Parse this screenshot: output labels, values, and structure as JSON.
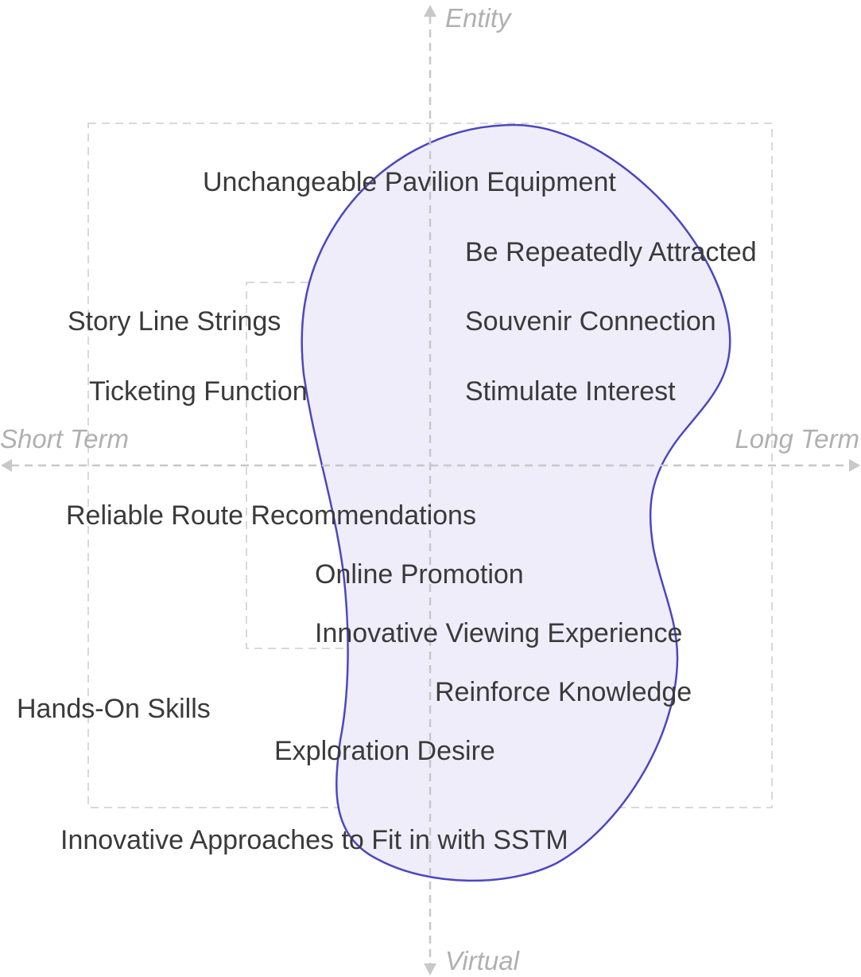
{
  "axes": {
    "top": "Entity",
    "bottom": "Virtual",
    "left": "Short Term",
    "right": "Long Term"
  },
  "colors": {
    "blob_fill": "#efedfa",
    "blob_stroke": "#4b47c2",
    "axis": "#c8c8c8",
    "frame": "#d9d9d9",
    "text": "#3a3a3a",
    "axis_text": "#b0b0b0"
  },
  "items": [
    "Unchangeable Pavilion Equipment",
    "Be Repeatedly Attracted",
    "Story Line Strings",
    "Souvenir Connection",
    "Ticketing Function",
    "Stimulate Interest",
    "Reliable Route Recommendations",
    "Online Promotion",
    "Innovative Viewing Experience",
    "Reinforce Knowledge",
    "Hands-On Skills",
    "Exploration Desire",
    "Innovative Approaches to Fit in with SSTM"
  ]
}
